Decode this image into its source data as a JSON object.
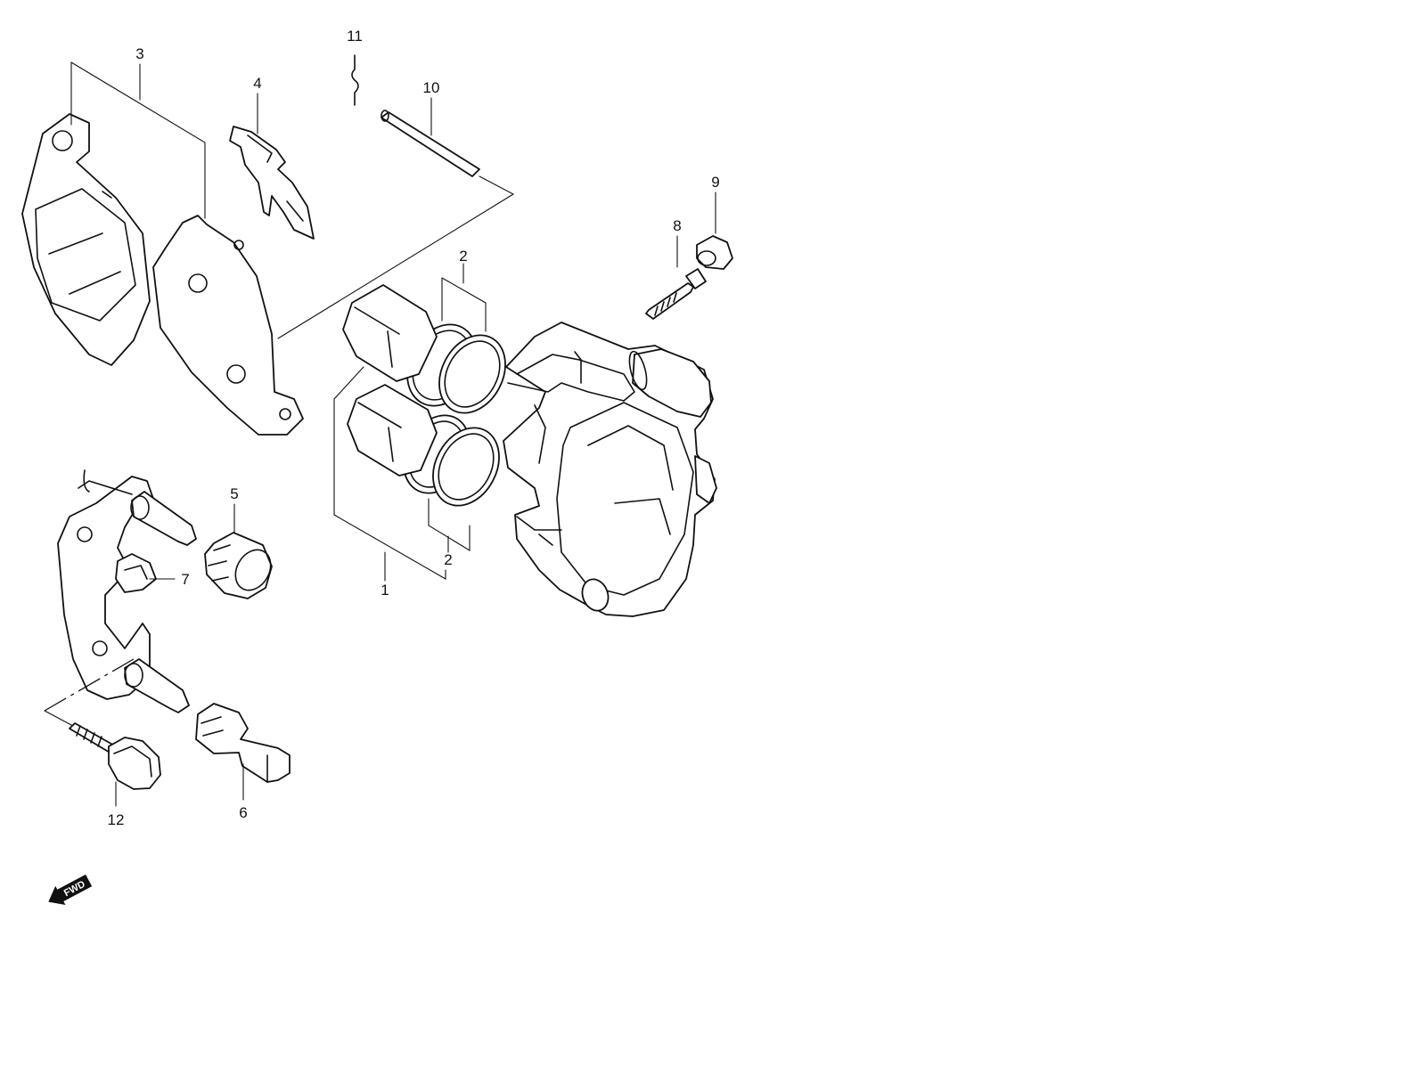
{
  "callouts": {
    "c1": "1",
    "c2a": "2",
    "c2b": "2",
    "c3": "3",
    "c4": "4",
    "c5": "5",
    "c6": "6",
    "c7": "7",
    "c8": "8",
    "c9": "9",
    "c10": "10",
    "c11": "11",
    "c12": "12"
  },
  "fwd_arrow": {
    "label": "FWD",
    "icon": "fwd-arrow-icon"
  }
}
